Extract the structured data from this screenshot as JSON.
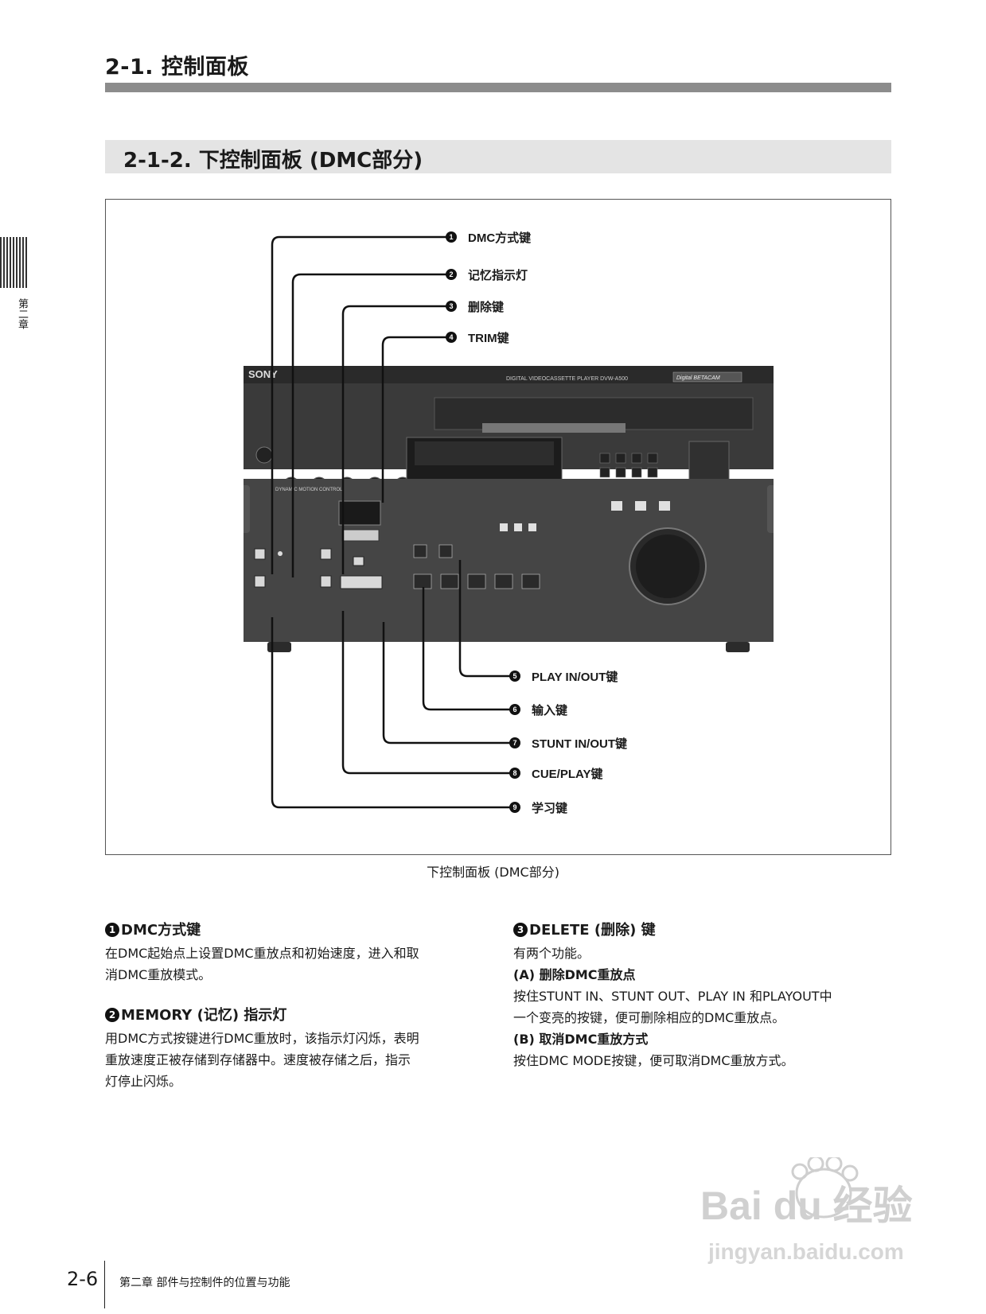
{
  "header": {
    "section_title": "2-1.  控制面板",
    "subsection_title": "2-1-2. 下控制面板 (DMC部分)"
  },
  "side_tab": {
    "chapter": "第二章"
  },
  "figure": {
    "device": {
      "brand": "SONY",
      "model_text": "DIGITAL VIDEOCASSETTE PLAYER  DVW-A500",
      "logo_text": "Digital BETACAM",
      "dmc_panel_text": "DYNAMIC MOTION CONTROL"
    },
    "callouts": [
      {
        "num": "1",
        "label": "DMC方式键"
      },
      {
        "num": "2",
        "label": "记忆指示灯"
      },
      {
        "num": "3",
        "label": "删除键"
      },
      {
        "num": "4",
        "label": "TRIM键"
      },
      {
        "num": "5",
        "label": "PLAY IN/OUT键"
      },
      {
        "num": "6",
        "label": "输入键"
      },
      {
        "num": "7",
        "label": "STUNT IN/OUT键"
      },
      {
        "num": "8",
        "label": "CUE/PLAY键"
      },
      {
        "num": "9",
        "label": "学习键"
      }
    ],
    "caption": "下控制面板 (DMC部分)"
  },
  "items": {
    "dmc_mode": {
      "num": "1",
      "title": "DMC方式键",
      "lines": [
        "在DMC起始点上设置DMC重放点和初始速度，进入和取",
        "消DMC重放模式。"
      ]
    },
    "memory": {
      "num": "2",
      "title": "MEMORY (记忆) 指示灯",
      "lines": [
        "用DMC方式按键进行DMC重放时，该指示灯闪烁，表明",
        "重放速度正被存储到存储器中。速度被存储之后，指示",
        "灯停止闪烁。"
      ]
    },
    "delete": {
      "num": "3",
      "title": "DELETE (删除) 键",
      "intro": "有两个功能。",
      "a_title": " (A) 删除DMC重放点",
      "a_lines": [
        "按住STUNT IN、STUNT OUT、PLAY IN 和PLAYOUT中",
        "一个变亮的按键，便可删除相应的DMC重放点。"
      ],
      "b_title": " (B) 取消DMC重放方式",
      "b_lines": [
        "按住DMC MODE按键，便可取消DMC重放方式。"
      ]
    }
  },
  "footer": {
    "page_number": "2-6",
    "text": "第二章  部件与控制件的位置与功能"
  },
  "watermark": {
    "line1": "Bai du 经验",
    "line2": "jingyan.baidu.com"
  }
}
